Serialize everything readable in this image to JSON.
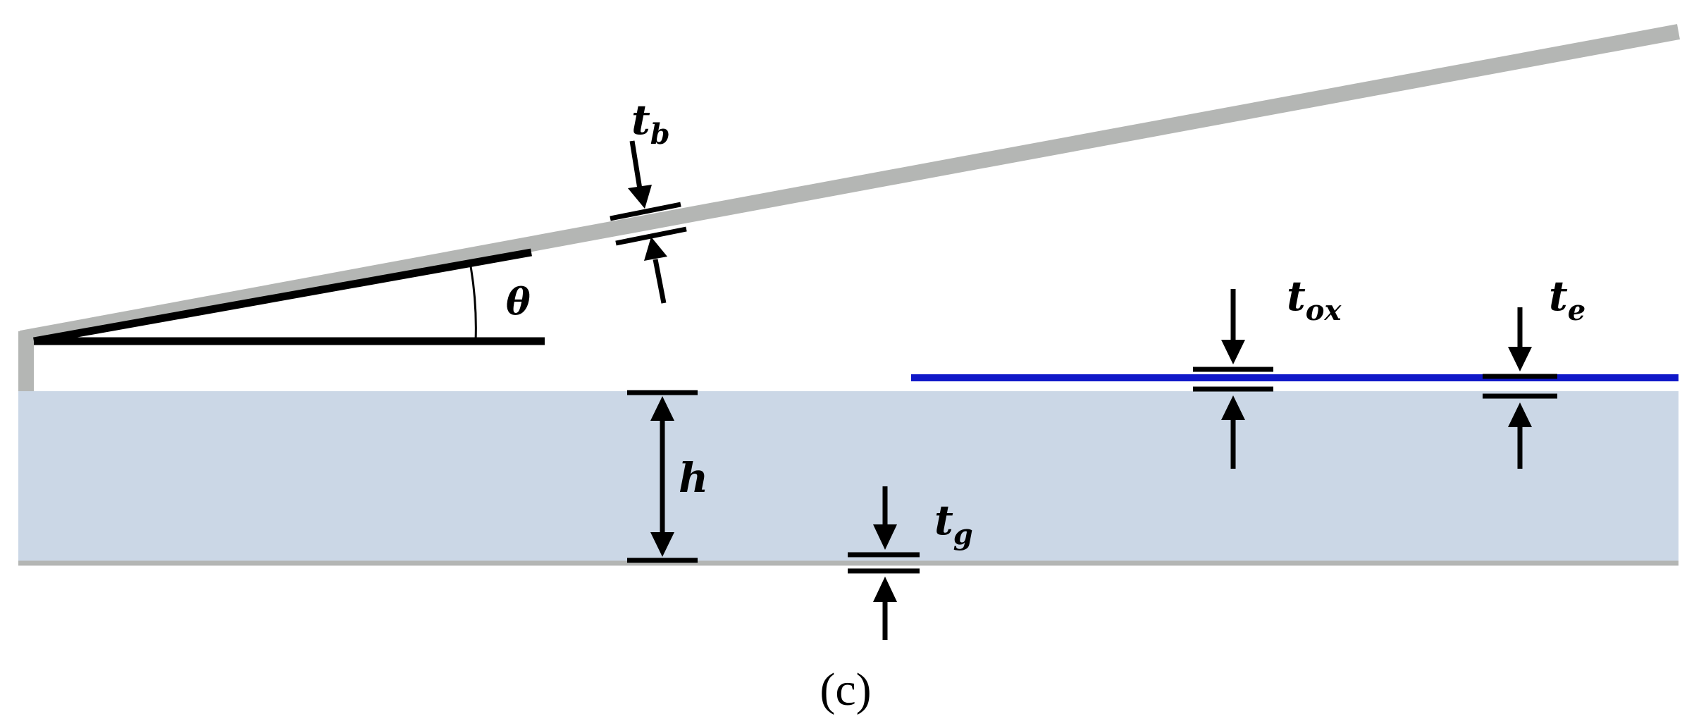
{
  "labels": {
    "t_b": {
      "base": "t",
      "sub": "b"
    },
    "theta": "θ",
    "t_ox": {
      "base": "t",
      "sub": "ox"
    },
    "t_e": {
      "base": "t",
      "sub": "e"
    },
    "h": "h",
    "t_g": {
      "base": "t",
      "sub": "g"
    },
    "caption": "(c)"
  },
  "colors": {
    "substrate": "#cbd7e6",
    "beam": "#b4b6b4",
    "black": "#000000",
    "electrode": "#1018c8",
    "ground_line": "#b4b6b4"
  }
}
